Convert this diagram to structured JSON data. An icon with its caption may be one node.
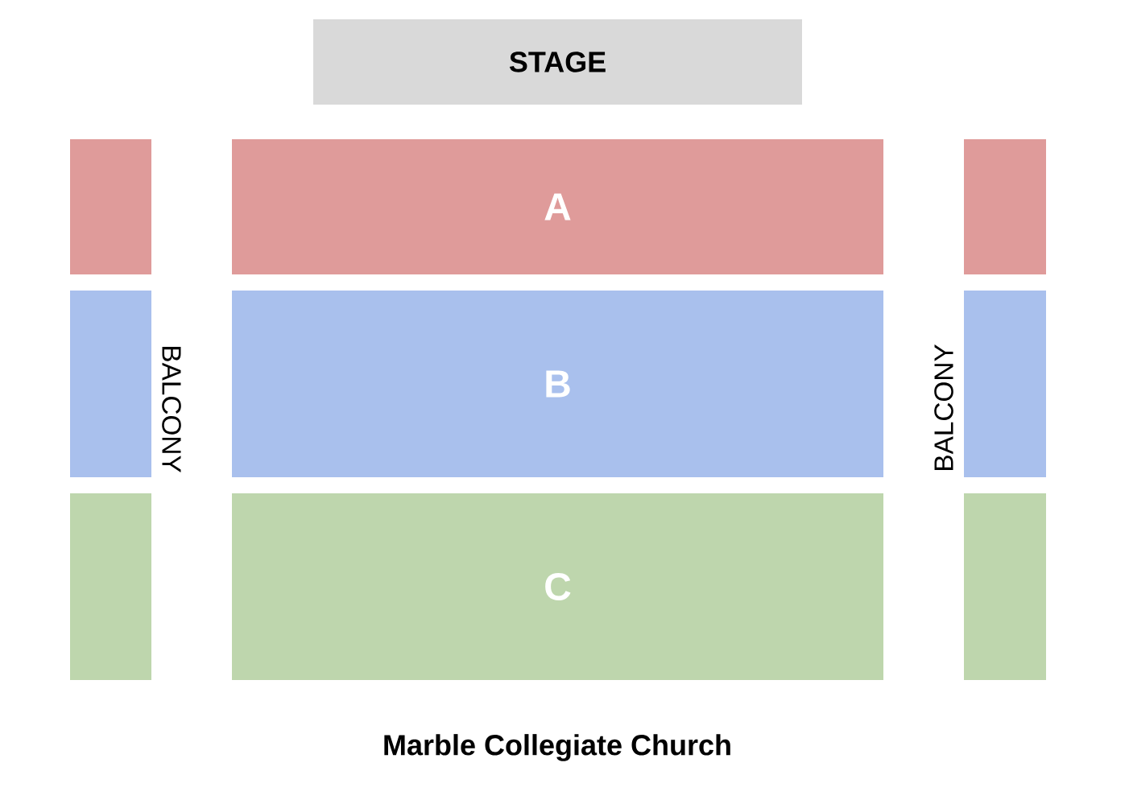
{
  "diagram": {
    "caption": "Marble Collegiate Church",
    "nodes": [
      {
        "text": [
          "STAGE"
        ]
      },
      {
        "text": [],
        "shape": "box"
      },
      {
        "text": [
          "A"
        ]
      },
      {
        "text": [],
        "shape": "box"
      },
      {
        "text": [],
        "shape": "box"
      },
      {
        "text": [
          "B"
        ]
      },
      {
        "text": [],
        "shape": "box"
      },
      {
        "text": [],
        "shape": "box"
      },
      {
        "text": [
          "C"
        ]
      },
      {
        "text": [],
        "shape": "box"
      }
    ],
    "labels": [
      "BALCONY",
      "BALCONY"
    ]
  }
}
